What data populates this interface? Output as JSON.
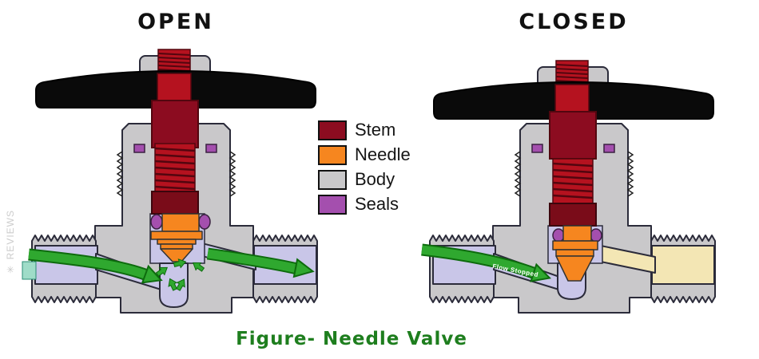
{
  "titles": {
    "open": "OPEN",
    "closed": "CLOSED"
  },
  "legend": {
    "items": [
      {
        "label": "Stem",
        "color": "#8c0c20"
      },
      {
        "label": "Needle",
        "color": "#f6861f"
      },
      {
        "label": "Body",
        "color": "#c9c8ca"
      },
      {
        "label": "Seals",
        "color": "#a44fae"
      }
    ]
  },
  "caption": "Figure- Needle Valve",
  "watermark": "✳ REVIEWS",
  "closed": {
    "flow_label": "Flow Stopped"
  },
  "colors": {
    "stem": "#8c0c20",
    "stem_bright": "#b5121f",
    "stem_dark": "#7a0c19",
    "needle": "#f6861f",
    "body": "#c9c8ca",
    "seals": "#a44fae",
    "passage_open": "#c9c6e8",
    "passage_blocked": "#f3e6b4",
    "flow_green": "#2fa82f",
    "flow_green_dark": "#0d6b0d",
    "handle": "#0a0a0a",
    "inlet_teal": "#9fdcc8",
    "caption_green": "#1e7e1e",
    "title_black": "#111111"
  }
}
